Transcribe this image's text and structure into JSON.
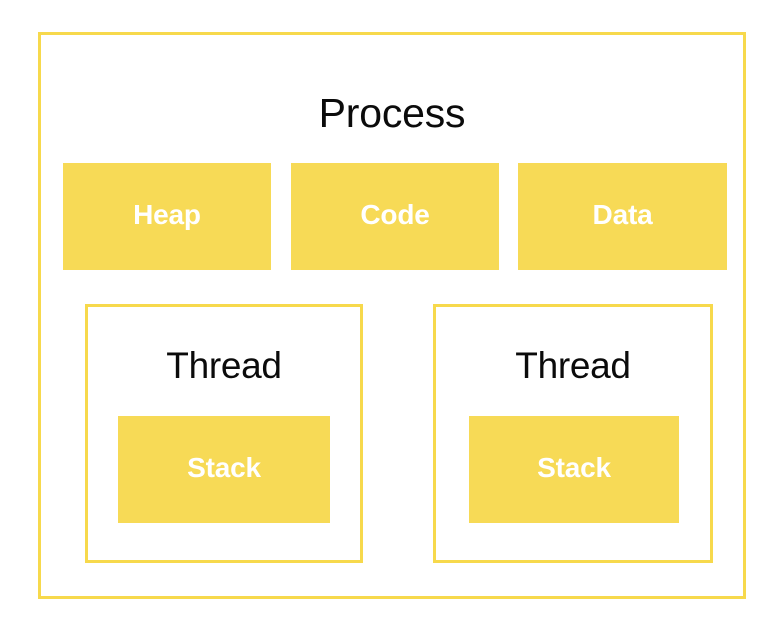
{
  "diagram": {
    "type": "block-diagram",
    "subject": "Process memory layout with threads",
    "colors": {
      "accent_border": "#F7D94C",
      "block_fill": "#F7DA56",
      "block_text": "#FFFFFF",
      "title_text": "#0B0B0B",
      "background": "#FFFFFF"
    },
    "process": {
      "title": "Process",
      "segments": [
        {
          "label": "Heap"
        },
        {
          "label": "Code"
        },
        {
          "label": "Data"
        }
      ],
      "threads": [
        {
          "title": "Thread",
          "stack": {
            "label": "Stack"
          }
        },
        {
          "title": "Thread",
          "stack": {
            "label": "Stack"
          }
        }
      ]
    }
  }
}
